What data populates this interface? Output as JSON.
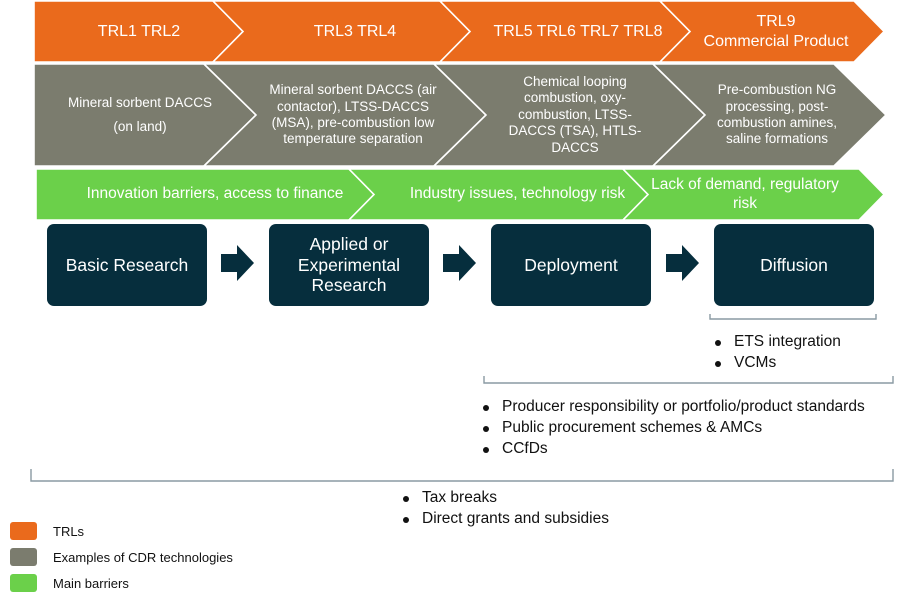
{
  "colors": {
    "trl": "#ea6a1c",
    "tech": "#7b7c6e",
    "barrier": "#6bd04a",
    "stage": "#062e3d",
    "bracket": "#8a9aa3"
  },
  "trl_row": [
    {
      "label": "TRL1 TRL2"
    },
    {
      "label": "TRL3 TRL4"
    },
    {
      "label": "TRL5 TRL6 TRL7 TRL8"
    },
    {
      "label": "TRL9\nCommercial Product"
    }
  ],
  "tech_row": [
    {
      "label": "Mineral sorbent DACCS\n(on land)"
    },
    {
      "label": "Mineral sorbent DACCS (air contactor), LTSS-DACCS (MSA), pre-combustion low temperature separation"
    },
    {
      "label": "Chemical looping combustion, oxy-combustion, LTSS-DACCS (TSA), HTLS-DACCS"
    },
    {
      "label": "Pre-combustion NG processing, post-combustion amines, saline formations"
    }
  ],
  "barrier_row": [
    {
      "label": "Innovation barriers, access to finance"
    },
    {
      "label": "Industry issues, technology risk"
    },
    {
      "label": "Lack of demand, regulatory risk"
    }
  ],
  "stages": [
    {
      "label": "Basic Research"
    },
    {
      "label": "Applied or Experimental Research"
    },
    {
      "label": "Deployment"
    },
    {
      "label": "Diffusion"
    }
  ],
  "policy_groups": [
    {
      "scope": "Diffusion",
      "items": [
        "ETS integration",
        "VCMs"
      ]
    },
    {
      "scope": "Deployment to Diffusion",
      "items": [
        "Producer responsibility or portfolio/product standards",
        "Public procurement schemes & AMCs",
        "CCfDs"
      ]
    },
    {
      "scope": "All stages",
      "items": [
        "Tax breaks",
        "Direct grants and subsidies"
      ]
    }
  ],
  "legend": [
    {
      "label": "TRLs",
      "color": "#ea6a1c"
    },
    {
      "label": "Examples of CDR technologies",
      "color": "#7b7c6e"
    },
    {
      "label": "Main barriers",
      "color": "#6bd04a"
    }
  ]
}
